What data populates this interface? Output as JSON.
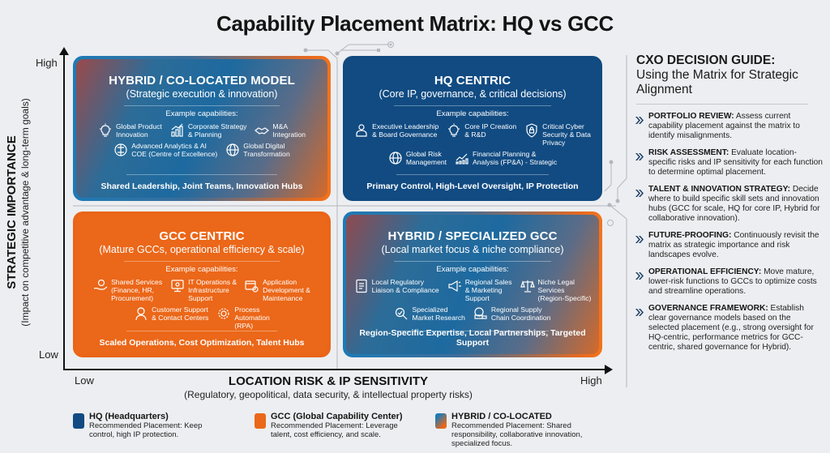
{
  "title": "Capability Placement Matrix: HQ vs GCC",
  "y_axis": {
    "title": "STRATEGIC IMPORTANCE",
    "subtitle": "(Impact on competitive advantage & long-term goals)",
    "high": "High",
    "low": "Low"
  },
  "x_axis": {
    "title": "LOCATION RISK & IP SENSITIVITY",
    "subtitle": "(Regulatory, geopolitical, data security, & intellectual property risks)",
    "low": "Low",
    "high": "High"
  },
  "colors": {
    "hq": "#114b82",
    "gcc": "#eb6719",
    "hybrid_start": "#1c7bb6",
    "hybrid_end": "#eb6719",
    "background": "#eceef1"
  },
  "quadrants": {
    "hybrid_colocated": {
      "title": "HYBRID / CO-LOCATED MODEL",
      "subtitle": "(Strategic execution & innovation)",
      "example_label": "Example capabilities:",
      "row1": [
        {
          "icon": "lightbulb-icon",
          "label": "Global Product\nInnovation"
        },
        {
          "icon": "bar-chart-icon",
          "label": "Corporate Strategy\n& Planning"
        },
        {
          "icon": "handshake-icon",
          "label": "M&A\nIntegration"
        }
      ],
      "row2": [
        {
          "icon": "brain-icon",
          "label": "Advanced Analytics & AI\nCOE (Centre of Excellence)"
        },
        {
          "icon": "globe-icon",
          "label": "Global Digital\nTransformation"
        }
      ],
      "footer": "Shared Leadership, Joint Teams, Innovation Hubs"
    },
    "hq_centric": {
      "title": "HQ CENTRIC",
      "subtitle": "(Core IP, governance, & critical decisions)",
      "example_label": "Example capabilities:",
      "row1": [
        {
          "icon": "executive-icon",
          "label": "Executive Leadership\n& Board Governance"
        },
        {
          "icon": "lightbulb-icon",
          "label": "Core IP Creation\n& R&D"
        },
        {
          "icon": "shield-lock-icon",
          "label": "Critical Cyber\nSecurity & Data\nPrivacy"
        }
      ],
      "row2": [
        {
          "icon": "globe-icon",
          "label": "Global Risk\nManagement"
        },
        {
          "icon": "growth-chart-icon",
          "label": "Financial Planning &\nAnalysis (FP&A) - Strategic"
        }
      ],
      "footer": "Primary Control, High-Level Oversight, IP Protection"
    },
    "gcc_centric": {
      "title": "GCC CENTRIC",
      "subtitle": "(Mature GCCs, operational efficiency & scale)",
      "example_label": "Example capabilities:",
      "row1": [
        {
          "icon": "hand-coin-icon",
          "label": "Shared Services\n(Finance, HR,\nProcurement)"
        },
        {
          "icon": "monitor-icon",
          "label": "IT Operations &\nInfrastructure\nSupport"
        },
        {
          "icon": "app-gear-icon",
          "label": "Application\nDevelopment &\nMaintenance"
        }
      ],
      "row2": [
        {
          "icon": "headset-icon",
          "label": "Customer Support\n& Contact Centers"
        },
        {
          "icon": "gear-icon",
          "label": "Process\nAutomation\n(RPA)"
        }
      ],
      "footer": "Scaled Operations, Cost Optimization, Talent Hubs"
    },
    "hybrid_specialized": {
      "title": "HYBRID / SPECIALIZED GCC",
      "subtitle": "(Local market focus & niche compliance)",
      "example_label": "Example capabilities:",
      "row1": [
        {
          "icon": "document-icon",
          "label": "Local Regulatory\nLiaison & Compliance"
        },
        {
          "icon": "megaphone-icon",
          "label": "Regional Sales\n& Marketing\nSupport"
        },
        {
          "icon": "scales-icon",
          "label": "Niche Legal\nServices\n(Region-Specific)"
        }
      ],
      "row2": [
        {
          "icon": "magnifier-icon",
          "label": "Specialized\nMarket Research"
        },
        {
          "icon": "supply-chain-icon",
          "label": "Regional Supply\nChain Coordination"
        }
      ],
      "footer": "Region-Specific Expertise, Local Partnerships, Targeted Support"
    }
  },
  "guide": {
    "title_bold": "CXO DECISION GUIDE:",
    "title_rest": "Using the Matrix for Strategic Alignment",
    "items": [
      {
        "head": "PORTFOLIO REVIEW:",
        "body": " Assess current capability placement against the matrix to identify misalignments."
      },
      {
        "head": "RISK ASSESSMENT:",
        "body": " Evaluate location-specific risks and IP sensitivity for each function to determine optimal placement."
      },
      {
        "head": "TALENT & INNOVATION STRATEGY:",
        "body": " Decide where to build specific skill sets and innovation hubs (GCC for scale, HQ for core IP, Hybrid for collaborative innovation)."
      },
      {
        "head": "FUTURE-PROOFING:",
        "body": " Continuously revisit the matrix as strategic importance and risk landscapes evolve."
      },
      {
        "head": "OPERATIONAL EFFICIENCY:",
        "body": " Move mature, lower-risk functions to GCCs to optimize costs and streamline operations."
      },
      {
        "head": "GOVERNANCE FRAMEWORK:",
        "body": " Establish clear governance models based on the selected placement (e.g., strong oversight for HQ-centric, performance metrics for GCC-centric, shared governance for Hybrid)."
      }
    ]
  },
  "legend": [
    {
      "title": "HQ (Headquarters)",
      "desc": "Recommended Placement: Keep control, high IP protection."
    },
    {
      "title": "GCC (Global Capability Center)",
      "desc": "Recommended Placement: Leverage talent, cost efficiency, and scale."
    },
    {
      "title": "HYBRID / CO-LOCATED",
      "desc": "Recommended Placement: Shared responsibility, collaborative innovation, specialized focus."
    }
  ]
}
